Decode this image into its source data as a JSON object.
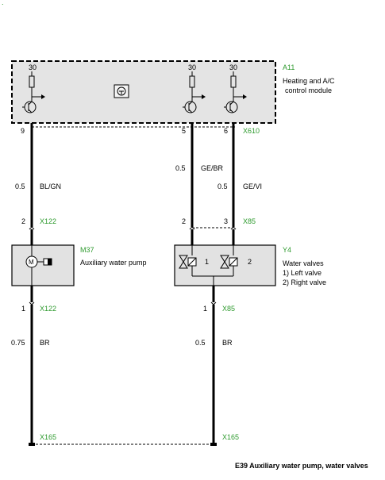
{
  "mark": ".",
  "modules": {
    "a11": {
      "id": "A11",
      "name_line1": "Heating and A/C",
      "name_line2": "control module",
      "supply_label": "30"
    },
    "m37": {
      "id": "M37",
      "name": "Auxiliary water pump"
    },
    "y4": {
      "id": "Y4",
      "name_line1": "Water valves",
      "name_line2": "1) Left valve",
      "name_line3": "2) Right valve",
      "valve1": "1",
      "valve2": "2"
    }
  },
  "connectors": {
    "x610": "X610",
    "x122_top": "X122",
    "x85_top": "X85",
    "x122_bottom": "X122",
    "x85_bottom": "X85",
    "x165_left": "X165",
    "x165_right": "X165"
  },
  "pins": {
    "a11_left": "9",
    "a11_mid": "5",
    "a11_right": "6",
    "m37_top": "2",
    "y4_top_left": "2",
    "y4_top_right": "3",
    "m37_bottom": "1",
    "y4_bottom": "1"
  },
  "wires": {
    "left_upper": {
      "gauge": "0.5",
      "color": "BL/GN"
    },
    "mid_upper": {
      "gauge": "0.5",
      "color": "GE/BR"
    },
    "right_upper": {
      "gauge": "0.5",
      "color": "GE/VI"
    },
    "left_lower": {
      "gauge": "0.75",
      "color": "BR"
    },
    "right_lower": {
      "gauge": "0.5",
      "color": "BR"
    }
  },
  "footer": {
    "caption": "E39 Auxiliary water pump, water valves"
  }
}
